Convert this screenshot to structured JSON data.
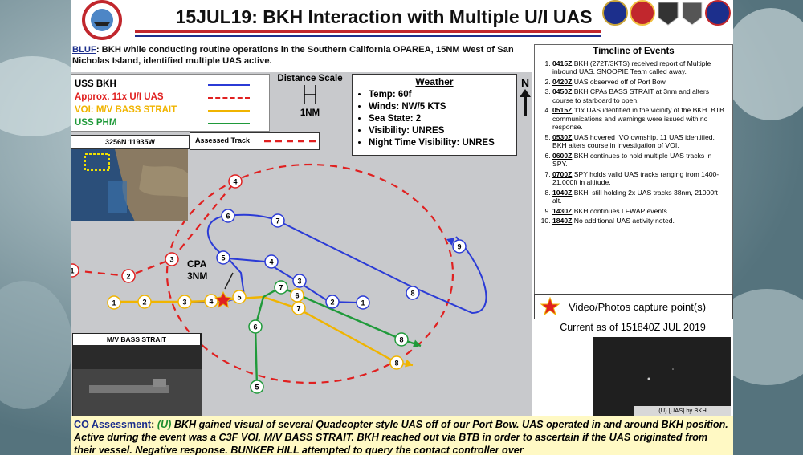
{
  "title": "15JUL19: BKH Interaction with Multiple U/I UAS",
  "bluf": {
    "label": "BLUF",
    "text": ": BKH while conducting routine operations in the Southern California OPAREA,  15NM West of San Nicholas Island, identified multiple UAS active."
  },
  "legend": [
    {
      "label": "USS BKH",
      "color": "#2b3bd6",
      "style": "solid"
    },
    {
      "label": "Approx. 11x U/I UAS",
      "color": "#e02020",
      "style": "dashed"
    },
    {
      "label": "VOI: M/V BASS STRAIT",
      "color": "#f0b400",
      "style": "solid"
    },
    {
      "label": "USS PHM",
      "color": "#1f9a3a",
      "style": "solid"
    }
  ],
  "distance_scale": {
    "title": "Distance Scale",
    "unit": "1NM"
  },
  "weather": {
    "title": "Weather",
    "items": [
      "Temp: 60f",
      "Winds: NW/5 KTS",
      "Sea State: 2",
      "Visibility: UNRES",
      "Night Time Visibility: UNRES"
    ]
  },
  "north_label": "N",
  "coord_label": "3256N 11935W",
  "assessed_track_label": "Assessed Track",
  "inset_label": "M/V BASS STRAIT",
  "cpa_label": [
    "CPA",
    "3NM"
  ],
  "timeline": {
    "title": "Timeline of Events",
    "events": [
      {
        "time": "0415Z",
        "text": " BKH (272T/3KTS) received report of Multiple  inbound UAS.  SNOOPIE Team called away."
      },
      {
        "time": "0420Z",
        "text": "  UAS observed off of Port Bow."
      },
      {
        "time": "0450Z",
        "text": " BKH CPAs BASS STRAIT at 3nm and alters course to starboard to open."
      },
      {
        "time": "0515Z",
        "text": " 11x UAS identified in the vicinity of the BKH.  BTB communications and warnings were issued with no response."
      },
      {
        "time": "0530Z",
        "text": " UAS hovered IVO ownship.  11 UAS identified. BKH alters course in investigation of VOI."
      },
      {
        "time": "0600Z",
        "text": " BKH continues to hold multiple UAS tracks in SPY."
      },
      {
        "time": "0700Z",
        "text": " SPY holds valid UAS tracks ranging from 1400-21,000ft in altitude."
      },
      {
        "time": "1040Z",
        "text": " BKH, still holding 2x UAS tracks 38nm, 21000ft alt."
      },
      {
        "time": "1430Z",
        "text": "  BKH continues LFWAP events."
      },
      {
        "time": "1840Z",
        "text": "  No additional UAS activity noted."
      }
    ]
  },
  "capture_label": "Video/Photos capture point(s)",
  "current_as_of": "Current as of 151840Z JUL 2019",
  "uas_caption": "(U) [UAS] by BKH",
  "co": {
    "label": "CO Assessment",
    "class": "(U)",
    "text": " BKH gained visual of several Quadcopter style UAS off of our Port Bow. UAS operated in and around BKH position. Active during the event was a C3F VOI, M/V BASS STRAIT.  BKH reached out via BTB in order to ascertain if the UAS originated from their vessel.  Negative response. BUNKER HILL attempted to query the contact controller over"
  },
  "colors": {
    "bkh": "#2b3bd6",
    "uas": "#e02020",
    "bass": "#f0b400",
    "phm": "#1f9a3a",
    "navy": "#1c2f8c",
    "red": "#c1272d"
  },
  "tracks": {
    "bkh": {
      "points": [
        [
          "6",
          ""
        ],
        [
          "7",
          ""
        ],
        [
          "5",
          ""
        ],
        [
          "4",
          ""
        ],
        [
          "3",
          ""
        ],
        [
          "2",
          ""
        ],
        [
          "1",
          ""
        ],
        [
          "8",
          ""
        ],
        [
          "9",
          ""
        ]
      ]
    },
    "bass_labels": [
      "1",
      "2",
      "3",
      "4",
      "5",
      "6",
      "7",
      "8"
    ],
    "phm_labels": [
      "5",
      "6",
      "7",
      "8"
    ],
    "uas_labels": [
      "1",
      "2",
      "3",
      "4"
    ]
  }
}
